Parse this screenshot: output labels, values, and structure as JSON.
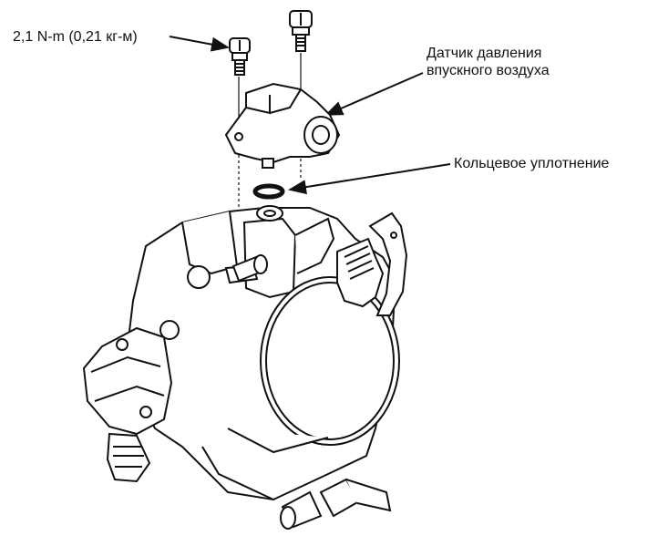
{
  "callouts": {
    "torque": "2,1 N-m (0,21 кг-м)",
    "sensor_line1": "Датчик давления",
    "sensor_line2": "впускного воздуха",
    "oring": "Кольцевое уплотнение"
  },
  "colors": {
    "ink": "#111111",
    "background": "#ffffff"
  }
}
